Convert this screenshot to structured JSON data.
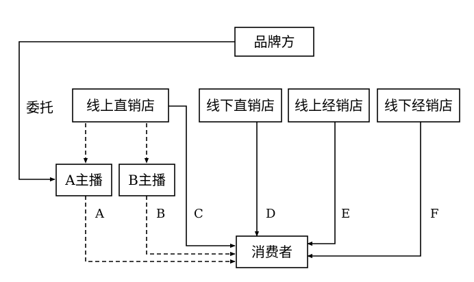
{
  "nodes": {
    "brand": "品牌方",
    "online_direct": "线上直销店",
    "offline_direct": "线下直销店",
    "online_dealer": "线上经销店",
    "offline_dealer": "线下经销店",
    "anchor_a": "A主播",
    "anchor_b": "B主播",
    "consumer": "消费者"
  },
  "edge_labels": {
    "entrust": "委托",
    "path_a": "A",
    "path_b": "B",
    "path_c": "C",
    "path_d": "D",
    "path_e": "E",
    "path_f": "F"
  }
}
